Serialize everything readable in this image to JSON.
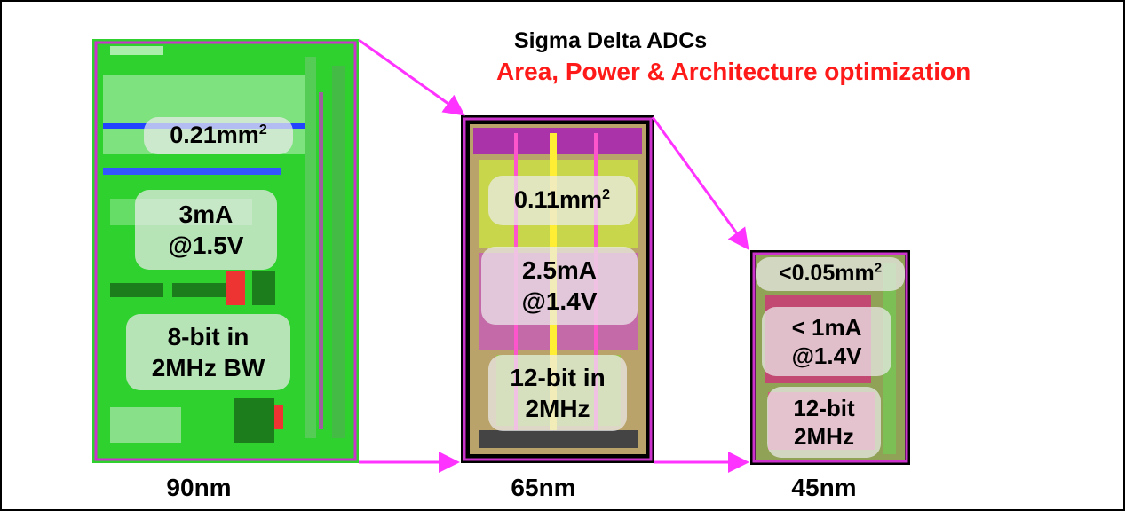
{
  "header": {
    "title": "Sigma Delta ADCs",
    "subtitle": "Area, Power & Architecture optimization"
  },
  "nodes": {
    "n90": {
      "label": "90nm",
      "area": "0.21mm",
      "area_sup": "2",
      "power_line1": "3mA",
      "power_line2": "@1.5V",
      "spec_line1": "8-bit in",
      "spec_line2": "2MHz BW"
    },
    "n65": {
      "label": "65nm",
      "area": "0.11mm",
      "area_sup": "2",
      "power_line1": "2.5mA",
      "power_line2": "@1.4V",
      "spec_line1": "12-bit in",
      "spec_line2": "2MHz"
    },
    "n45": {
      "label": "45nm",
      "area": "<0.05mm",
      "area_sup": "2",
      "power_line1": "< 1mA",
      "power_line2": "@1.4V",
      "spec_line1": "12-bit",
      "spec_line2": "2MHz"
    }
  },
  "colors": {
    "arrow": "#ff33ff",
    "subtitle": "#ff1a1a",
    "layout_green": "#33dd33",
    "layout_magenta": "#cc66cc",
    "die_border": "#000000"
  }
}
